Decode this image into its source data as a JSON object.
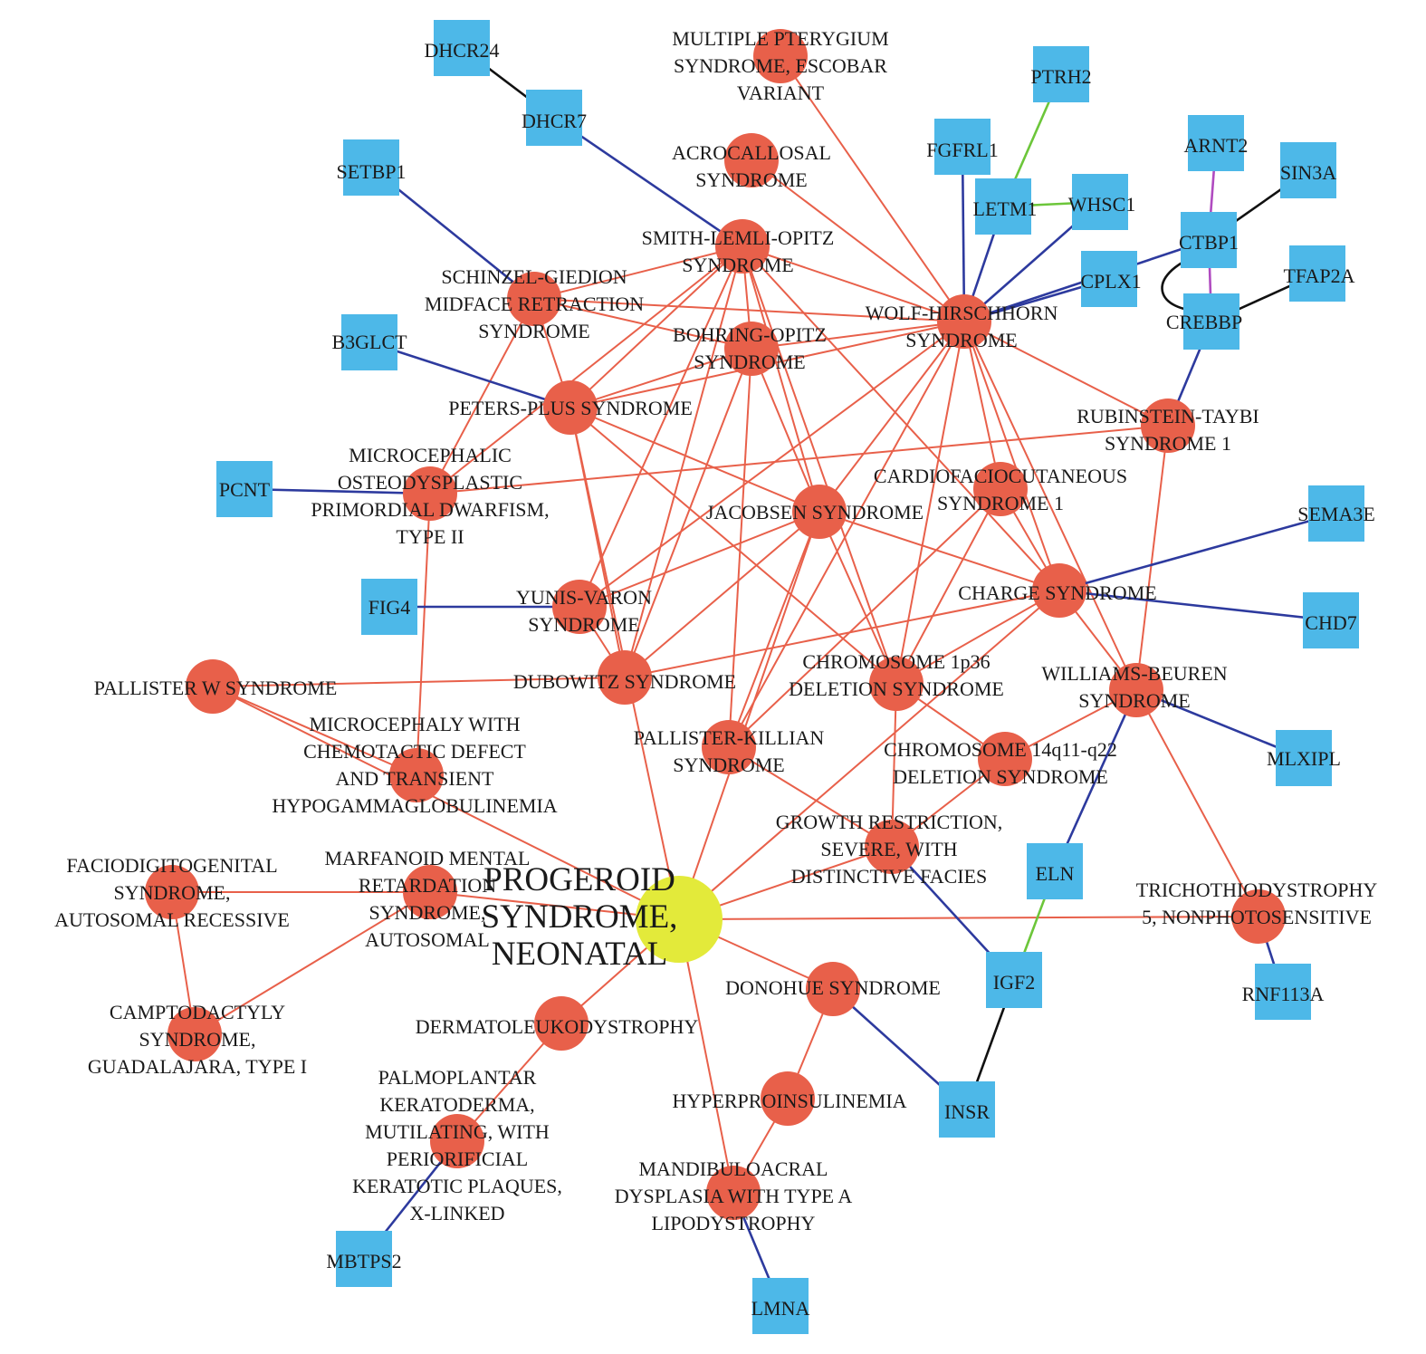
{
  "colors": {
    "disease_node": "#e8604a",
    "focus_node": "#e3ea3a",
    "gene_node": "#4db8e8",
    "edge_disease": "#e8604a",
    "edge_gene": "#2d3a9e",
    "edge_green": "#6cc63a",
    "edge_black": "#111111",
    "edge_purple": "#b04bc0"
  },
  "nodes": [
    {
      "id": "PSN",
      "kind": "focus",
      "label": [
        "PROGEROID",
        "SYNDROME,",
        "NEONATAL"
      ]
    },
    {
      "id": "MPS",
      "kind": "disease",
      "label": [
        "MULTIPLE PTERYGIUM",
        "SYNDROME, ESCOBAR",
        "VARIANT"
      ]
    },
    {
      "id": "ACS",
      "kind": "disease",
      "label": [
        "ACROCALLOSAL",
        "SYNDROME"
      ]
    },
    {
      "id": "SLO",
      "kind": "disease",
      "label": [
        "SMITH-LEMLI-OPITZ",
        "SYNDROME"
      ]
    },
    {
      "id": "SGM",
      "kind": "disease",
      "label": [
        "SCHINZEL-GIEDION",
        "MIDFACE RETRACTION",
        "SYNDROME"
      ]
    },
    {
      "id": "BOS",
      "kind": "disease",
      "label": [
        "BOHRING-OPITZ",
        "SYNDROME"
      ]
    },
    {
      "id": "WHS",
      "kind": "disease",
      "label": [
        "WOLF-HIRSCHHORN",
        "SYNDROME"
      ]
    },
    {
      "id": "PPS",
      "kind": "disease",
      "label": [
        "PETERS-PLUS SYNDROME"
      ]
    },
    {
      "id": "MOP",
      "kind": "disease",
      "label": [
        "MICROCEPHALIC",
        "OSTEODYSPLASTIC",
        "PRIMORDIAL DWARFISM,",
        "TYPE II"
      ]
    },
    {
      "id": "RTS",
      "kind": "disease",
      "label": [
        "RUBINSTEIN-TAYBI",
        "SYNDROME 1"
      ]
    },
    {
      "id": "CFC",
      "kind": "disease",
      "label": [
        "CARDIOFACIOCUTANEOUS",
        "SYNDROME 1"
      ]
    },
    {
      "id": "JAC",
      "kind": "disease",
      "label": [
        "JACOBSEN SYNDROME"
      ]
    },
    {
      "id": "CHG",
      "kind": "disease",
      "label": [
        "CHARGE SYNDROME"
      ]
    },
    {
      "id": "YVS",
      "kind": "disease",
      "label": [
        "YUNIS-VARON",
        "SYNDROME"
      ]
    },
    {
      "id": "DUB",
      "kind": "disease",
      "label": [
        "DUBOWITZ SYNDROME"
      ]
    },
    {
      "id": "C1P",
      "kind": "disease",
      "label": [
        "CHROMOSOME 1p36",
        "DELETION SYNDROME"
      ]
    },
    {
      "id": "WBS",
      "kind": "disease",
      "label": [
        "WILLIAMS-BEUREN",
        "SYNDROME"
      ]
    },
    {
      "id": "PWS",
      "kind": "disease",
      "label": [
        "PALLISTER W SYNDROME"
      ]
    },
    {
      "id": "MCD",
      "kind": "disease",
      "label": [
        "MICROCEPHALY WITH",
        "CHEMOTACTIC DEFECT",
        "AND TRANSIENT",
        "HYPOGAMMAGLOBULINEMIA"
      ]
    },
    {
      "id": "PKS",
      "kind": "disease",
      "label": [
        "PALLISTER-KILLIAN",
        "SYNDROME"
      ]
    },
    {
      "id": "C14",
      "kind": "disease",
      "label": [
        "CHROMOSOME 14q11-q22",
        "DELETION SYNDROME"
      ]
    },
    {
      "id": "GRS",
      "kind": "disease",
      "label": [
        "GROWTH RESTRICTION,",
        "SEVERE, WITH",
        "DISTINCTIVE FACIES"
      ]
    },
    {
      "id": "FDG",
      "kind": "disease",
      "label": [
        "FACIODIGITOGENITAL",
        "SYNDROME,",
        "AUTOSOMAL RECESSIVE"
      ]
    },
    {
      "id": "MMR",
      "kind": "disease",
      "label": [
        "MARFANOID MENTAL",
        "RETARDATION",
        "SYNDROME,",
        "AUTOSOMAL"
      ]
    },
    {
      "id": "TTD",
      "kind": "disease",
      "label": [
        "TRICHOTHIODYSTROPHY",
        "5, NONPHOTOSENSITIVE"
      ]
    },
    {
      "id": "DON",
      "kind": "disease",
      "label": [
        "DONOHUE SYNDROME"
      ]
    },
    {
      "id": "CAM",
      "kind": "disease",
      "label": [
        "CAMPTODACTYLY",
        "SYNDROME,",
        "GUADALAJARA, TYPE I"
      ]
    },
    {
      "id": "DLD",
      "kind": "disease",
      "label": [
        "DERMATOLEUKODYSTROPHY"
      ]
    },
    {
      "id": "HPI",
      "kind": "disease",
      "label": [
        "HYPERPROINSULINEMIA"
      ]
    },
    {
      "id": "PPK",
      "kind": "disease",
      "label": [
        "PALMOPLANTAR",
        "KERATODERMA,",
        "MUTILATING, WITH",
        "PERIORIFICIAL",
        "KERATOTIC PLAQUES,",
        "X-LINKED"
      ]
    },
    {
      "id": "MAD",
      "kind": "disease",
      "label": [
        "MANDIBULOACRAL",
        "DYSPLASIA WITH TYPE A",
        "LIPODYSTROPHY"
      ]
    },
    {
      "id": "DHCR24",
      "kind": "gene",
      "label": [
        "DHCR24"
      ]
    },
    {
      "id": "DHCR7",
      "kind": "gene",
      "label": [
        "DHCR7"
      ]
    },
    {
      "id": "SETBP1",
      "kind": "gene",
      "label": [
        "SETBP1"
      ]
    },
    {
      "id": "B3GLCT",
      "kind": "gene",
      "label": [
        "B3GLCT"
      ]
    },
    {
      "id": "PCNT",
      "kind": "gene",
      "label": [
        "PCNT"
      ]
    },
    {
      "id": "FIG4",
      "kind": "gene",
      "label": [
        "FIG4"
      ]
    },
    {
      "id": "PTRH2",
      "kind": "gene",
      "label": [
        "PTRH2"
      ]
    },
    {
      "id": "FGFRL1",
      "kind": "gene",
      "label": [
        "FGFRL1"
      ]
    },
    {
      "id": "LETM1",
      "kind": "gene",
      "label": [
        "LETM1"
      ]
    },
    {
      "id": "WHSC1",
      "kind": "gene",
      "label": [
        "WHSC1"
      ]
    },
    {
      "id": "CPLX1",
      "kind": "gene",
      "label": [
        "CPLX1"
      ]
    },
    {
      "id": "ARNT2",
      "kind": "gene",
      "label": [
        "ARNT2"
      ]
    },
    {
      "id": "SIN3A",
      "kind": "gene",
      "label": [
        "SIN3A"
      ]
    },
    {
      "id": "CTBP1",
      "kind": "gene",
      "label": [
        "CTBP1"
      ]
    },
    {
      "id": "TFAP2A",
      "kind": "gene",
      "label": [
        "TFAP2A"
      ]
    },
    {
      "id": "CREBBP",
      "kind": "gene",
      "label": [
        "CREBBP"
      ]
    },
    {
      "id": "SEMA3E",
      "kind": "gene",
      "label": [
        "SEMA3E"
      ]
    },
    {
      "id": "CHD7",
      "kind": "gene",
      "label": [
        "CHD7"
      ]
    },
    {
      "id": "MLXIPL",
      "kind": "gene",
      "label": [
        "MLXIPL"
      ]
    },
    {
      "id": "ELN",
      "kind": "gene",
      "label": [
        "ELN"
      ]
    },
    {
      "id": "IGF2",
      "kind": "gene",
      "label": [
        "IGF2"
      ]
    },
    {
      "id": "INSR",
      "kind": "gene",
      "label": [
        "INSR"
      ]
    },
    {
      "id": "RNF113A",
      "kind": "gene",
      "label": [
        "RNF113A"
      ]
    },
    {
      "id": "MBTPS2",
      "kind": "gene",
      "label": [
        "MBTPS2"
      ]
    },
    {
      "id": "LMNA",
      "kind": "gene",
      "label": [
        "LMNA"
      ]
    }
  ],
  "edges": [
    [
      "PSN",
      "PPS",
      "disease"
    ],
    [
      "PSN",
      "JAC",
      "disease"
    ],
    [
      "PSN",
      "CHG",
      "disease"
    ],
    [
      "PSN",
      "PWS",
      "disease"
    ],
    [
      "PSN",
      "MMR",
      "disease"
    ],
    [
      "PSN",
      "TTD",
      "disease"
    ],
    [
      "PSN",
      "DON",
      "disease"
    ],
    [
      "PSN",
      "DLD",
      "disease"
    ],
    [
      "PSN",
      "MAD",
      "disease"
    ],
    [
      "PSN",
      "GRS",
      "disease"
    ],
    [
      "FDG",
      "MMR",
      "disease"
    ],
    [
      "FDG",
      "CAM",
      "disease"
    ],
    [
      "MMR",
      "CAM",
      "disease"
    ],
    [
      "DLD",
      "PPK",
      "disease"
    ],
    [
      "DON",
      "HPI",
      "disease"
    ],
    [
      "HPI",
      "MAD",
      "disease"
    ],
    [
      "GRS",
      "C1P",
      "disease"
    ],
    [
      "GRS",
      "PKS",
      "disease"
    ],
    [
      "MOP",
      "RTS",
      "disease"
    ],
    [
      "MOP",
      "MCD",
      "disease"
    ],
    [
      "MOP",
      "SLO",
      "disease"
    ],
    [
      "SLO",
      "SGM",
      "disease"
    ],
    [
      "SLO",
      "PPS",
      "disease"
    ],
    [
      "SLO",
      "BOS",
      "disease"
    ],
    [
      "SLO",
      "WHS",
      "disease"
    ],
    [
      "SLO",
      "JAC",
      "disease"
    ],
    [
      "SLO",
      "CHG",
      "disease"
    ],
    [
      "SLO",
      "YVS",
      "disease"
    ],
    [
      "SLO",
      "DUB",
      "disease"
    ],
    [
      "SLO",
      "C1P",
      "disease"
    ],
    [
      "SGM",
      "BOS",
      "disease"
    ],
    [
      "SGM",
      "WHS",
      "disease"
    ],
    [
      "SGM",
      "PPS",
      "disease"
    ],
    [
      "BOS",
      "PPS",
      "disease"
    ],
    [
      "BOS",
      "JAC",
      "disease"
    ],
    [
      "BOS",
      "WHS",
      "disease"
    ],
    [
      "BOS",
      "DUB",
      "disease"
    ],
    [
      "BOS",
      "PKS",
      "disease"
    ],
    [
      "PPS",
      "WHS",
      "disease"
    ],
    [
      "PPS",
      "JAC",
      "disease"
    ],
    [
      "PPS",
      "DUB",
      "disease"
    ],
    [
      "PPS",
      "C1P",
      "disease"
    ],
    [
      "WHS",
      "MPS",
      "disease"
    ],
    [
      "WHS",
      "ACS",
      "disease"
    ],
    [
      "WHS",
      "JAC",
      "disease"
    ],
    [
      "WHS",
      "CHG",
      "disease"
    ],
    [
      "WHS",
      "CFC",
      "disease"
    ],
    [
      "WHS",
      "C1P",
      "disease"
    ],
    [
      "WHS",
      "YVS",
      "disease"
    ],
    [
      "WHS",
      "PKS",
      "disease"
    ],
    [
      "WHS",
      "RTS",
      "disease"
    ],
    [
      "WHS",
      "WBS",
      "disease"
    ],
    [
      "JAC",
      "YVS",
      "disease"
    ],
    [
      "JAC",
      "DUB",
      "disease"
    ],
    [
      "JAC",
      "C1P",
      "disease"
    ],
    [
      "JAC",
      "PKS",
      "disease"
    ],
    [
      "JAC",
      "CHG",
      "disease"
    ],
    [
      "CHG",
      "DUB",
      "disease"
    ],
    [
      "CHG",
      "C1P",
      "disease"
    ],
    [
      "CHG",
      "CFC",
      "disease"
    ],
    [
      "CHG",
      "WBS",
      "disease"
    ],
    [
      "CFC",
      "C1P",
      "disease"
    ],
    [
      "CFC",
      "PKS",
      "disease"
    ],
    [
      "RTS",
      "WBS",
      "disease"
    ],
    [
      "WBS",
      "C14",
      "disease"
    ],
    [
      "WBS",
      "TTD",
      "disease"
    ],
    [
      "C1P",
      "C14",
      "disease"
    ],
    [
      "PWS",
      "MCD",
      "disease"
    ],
    [
      "DUB",
      "PWS",
      "disease"
    ],
    [
      "SGM",
      "MOP",
      "disease"
    ],
    [
      "YVS",
      "DUB",
      "disease"
    ],
    [
      "C14",
      "GRS",
      "disease"
    ],
    [
      "DHCR24",
      "DHCR7",
      "black"
    ],
    [
      "DHCR7",
      "SLO",
      "gene"
    ],
    [
      "SETBP1",
      "SGM",
      "gene"
    ],
    [
      "B3GLCT",
      "PPS",
      "gene"
    ],
    [
      "PCNT",
      "MOP",
      "gene"
    ],
    [
      "FIG4",
      "YVS",
      "gene"
    ],
    [
      "PTRH2",
      "LETM1",
      "green"
    ],
    [
      "LETM1",
      "WHSC1",
      "green"
    ],
    [
      "FGFRL1",
      "WHS",
      "gene"
    ],
    [
      "LETM1",
      "WHS",
      "gene"
    ],
    [
      "WHSC1",
      "WHS",
      "gene"
    ],
    [
      "CPLX1",
      "WHS",
      "gene"
    ],
    [
      "CTBP1",
      "WHS",
      "gene"
    ],
    [
      "ARNT2",
      "CTBP1",
      "purple"
    ],
    [
      "CTBP1",
      "SIN3A",
      "black"
    ],
    [
      "CTBP1",
      "CREBBP",
      "purple"
    ],
    [
      "CREBBP",
      "TFAP2A",
      "black"
    ],
    [
      "CREBBP",
      "RTS",
      "gene"
    ],
    [
      "SEMA3E",
      "CHG",
      "gene"
    ],
    [
      "CHD7",
      "CHG",
      "gene"
    ],
    [
      "MLXIPL",
      "WBS",
      "gene"
    ],
    [
      "ELN",
      "WBS",
      "gene"
    ],
    [
      "ELN",
      "IGF2",
      "green"
    ],
    [
      "IGF2",
      "GRS",
      "gene"
    ],
    [
      "IGF2",
      "INSR",
      "black"
    ],
    [
      "INSR",
      "DON",
      "gene"
    ],
    [
      "RNF113A",
      "TTD",
      "gene"
    ],
    [
      "MBTPS2",
      "PPK",
      "gene"
    ],
    [
      "LMNA",
      "MAD",
      "gene"
    ]
  ]
}
